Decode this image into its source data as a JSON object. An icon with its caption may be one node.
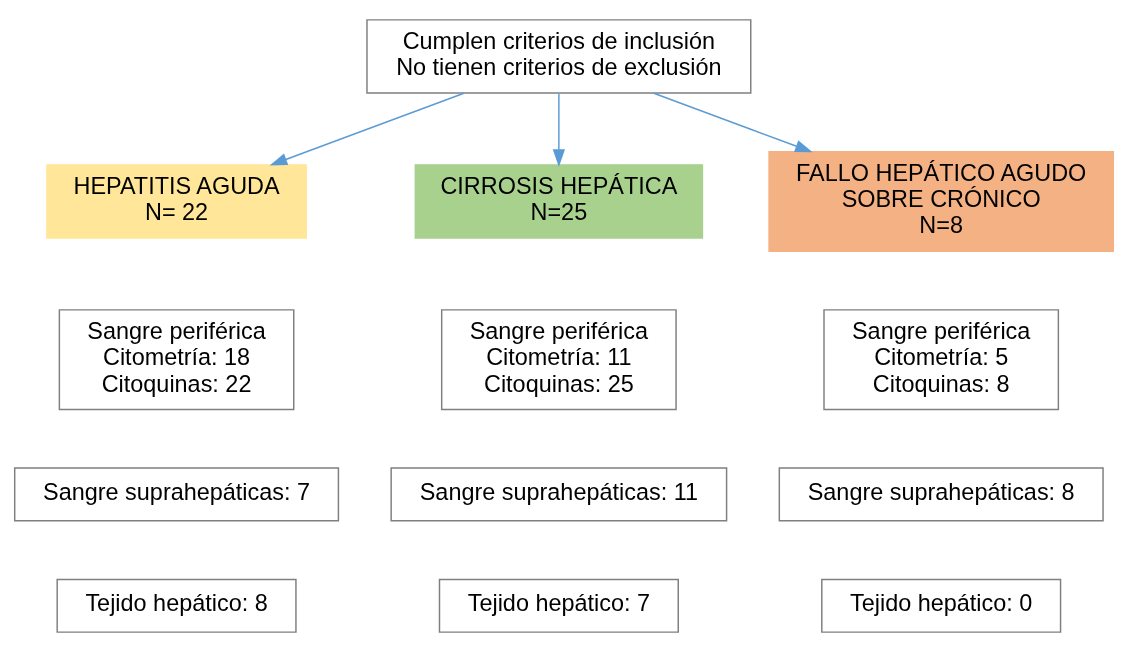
{
  "diagram": {
    "nodes": [
      {
        "text": [
          "Cumplen criterios de inclusión",
          "No tienen criterios de exclusión"
        ]
      },
      {
        "text": [
          "HEPATITIS AGUDA",
          "N= 22"
        ]
      },
      {
        "text": [
          "CIRROSIS HEPÁTICA",
          "N=25"
        ]
      },
      {
        "text": [
          "FALLO HEPÁTICO AGUDO SOBRE CRÓNICO",
          "N=8"
        ]
      },
      {
        "text": [
          "Sangre periférica",
          "Citometría: 18",
          "Citoquinas: 22"
        ]
      },
      {
        "text": [
          "Sangre periférica",
          "Citometría: 11",
          "Citoquinas: 25"
        ]
      },
      {
        "text": [
          "Sangre periférica",
          "Citometría: 5",
          "Citoquinas: 8"
        ]
      },
      {
        "text": [
          "Sangre suprahepáticas: 7"
        ]
      },
      {
        "text": [
          "Sangre suprahepáticas: 11"
        ]
      },
      {
        "text": [
          "Sangre suprahepáticas: 8"
        ]
      },
      {
        "text": [
          "Tejido hepático: 8"
        ]
      },
      {
        "text": [
          "Tejido hepático: 7"
        ]
      },
      {
        "text": [
          "Tejido hepático: 0"
        ]
      }
    ],
    "edges": [
      {
        "from": 0,
        "to": 1,
        "arrow": "to"
      },
      {
        "from": 0,
        "to": 2,
        "arrow": "to"
      },
      {
        "from": 0,
        "to": 3,
        "arrow": "to"
      }
    ]
  }
}
